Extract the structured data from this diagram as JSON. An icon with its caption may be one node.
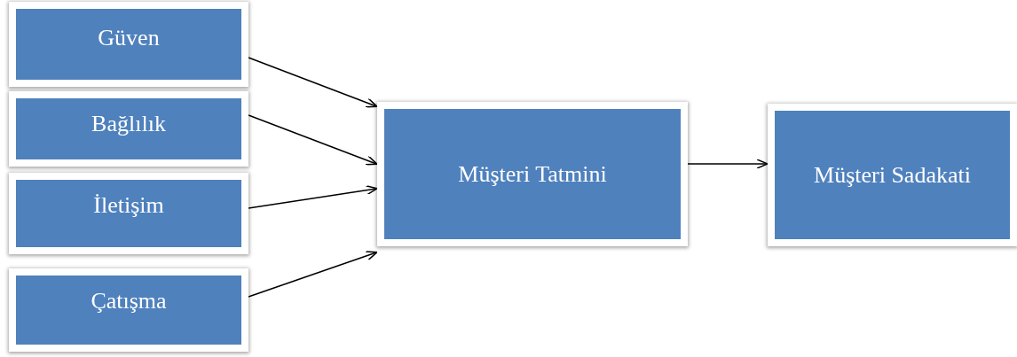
{
  "diagram": {
    "nodes": [
      {
        "text": [
          "Güven"
        ]
      },
      {
        "text": [
          "Bağlılık"
        ]
      },
      {
        "text": [
          "İletişim"
        ]
      },
      {
        "text": [
          "Çatışma"
        ]
      },
      {
        "text": [
          "Müşteri Tatmini"
        ]
      },
      {
        "text": [
          "Müşteri Sadakati"
        ]
      }
    ],
    "edges": [
      {
        "from": 0,
        "to": 4,
        "arrow": "to"
      },
      {
        "from": 1,
        "to": 4,
        "arrow": "to"
      },
      {
        "from": 2,
        "to": 4,
        "arrow": "to"
      },
      {
        "from": 3,
        "to": 4,
        "arrow": "to"
      },
      {
        "from": 4,
        "to": 5,
        "arrow": "to"
      }
    ]
  }
}
